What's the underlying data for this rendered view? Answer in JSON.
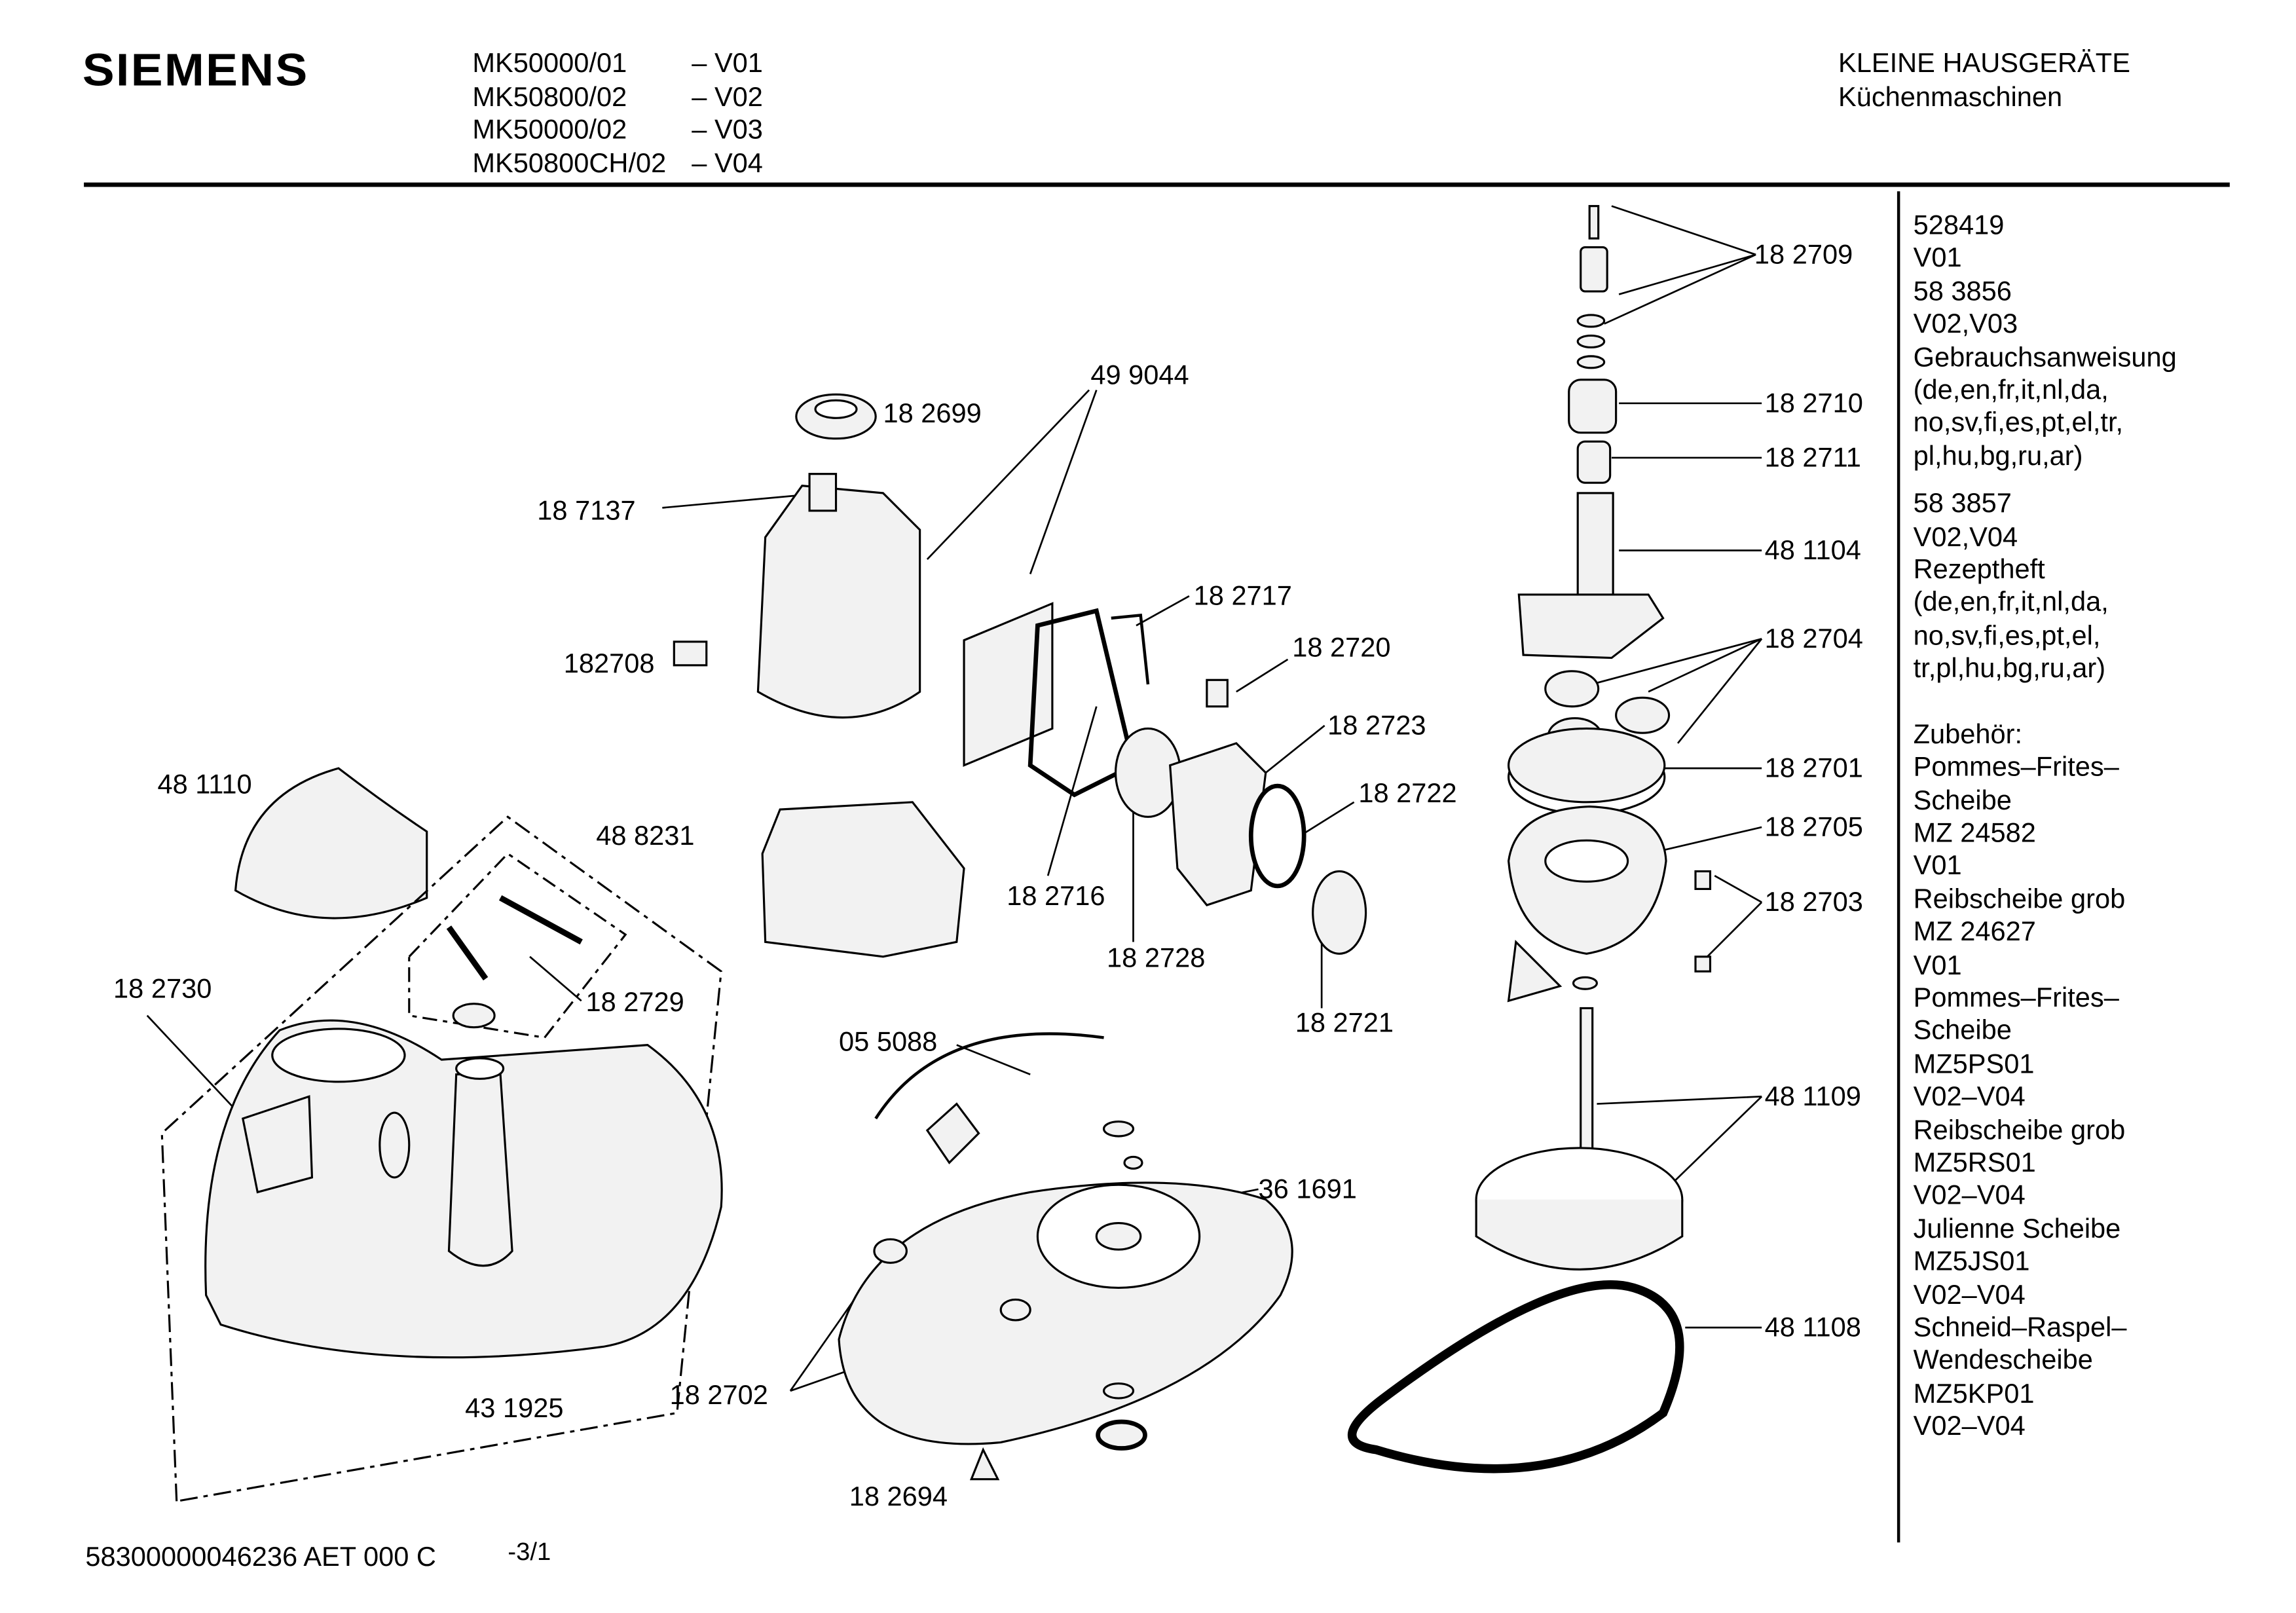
{
  "header": {
    "brand": "SIEMENS",
    "models": [
      {
        "model": "MK50000/01",
        "variant": "– V01"
      },
      {
        "model": "MK50800/02",
        "variant": "– V02"
      },
      {
        "model": "MK50000/02",
        "variant": "– V03"
      },
      {
        "model": "MK50800CH/02",
        "variant": "– V04"
      }
    ],
    "category": "KLEINE HAUSGERÄTE",
    "subcategory": "Küchenmaschinen"
  },
  "parts": {
    "p182699": "18 2699",
    "p499044": "49 9044",
    "p187137": "18 7137",
    "p182708": "182708",
    "p182717": "18 2717",
    "p182720": "18 2720",
    "p182723": "18 2723",
    "p182722": "18 2722",
    "p481110": "48 1110",
    "p488231": "48 8231",
    "p182716": "18 2716",
    "p182728": "18 2728",
    "p182721": "18 2721",
    "p182730": "18 2730",
    "p182729": "18 2729",
    "p055088": "05 5088",
    "p361691": "36 1691",
    "p431925": "43 1925",
    "p182702": "18 2702",
    "p182694": "18 2694",
    "p182709": "18 2709",
    "p182710": "18 2710",
    "p182711": "18 2711",
    "p481104": "48 1104",
    "p182704": "18 2704",
    "p182701": "18 2701",
    "p182705": "18 2705",
    "p182703": "18 2703",
    "p481109": "48 1109",
    "p481108": "48 1108"
  },
  "notes": {
    "g1": [
      "528419",
      "V01",
      "58 3856",
      "V02,V03",
      "Gebrauchsanweisung",
      "(de,en,fr,it,nl,da,",
      "no,sv,fi,es,pt,el,tr,",
      "pl,hu,bg,ru,ar)"
    ],
    "g2": [
      "58 3857",
      "V02,V04",
      "Rezeptheft",
      "(de,en,fr,it,nl,da,",
      "no,sv,fi,es,pt,el,",
      "tr,pl,hu,bg,ru,ar)"
    ],
    "g3": [
      "Zubehör:",
      "Pommes–Frites–",
      "Scheibe",
      "MZ 24582",
      "V01",
      "Reibscheibe grob",
      "MZ 24627",
      "V01",
      "Pommes–Frites–",
      "Scheibe",
      "MZ5PS01",
      "V02–V04",
      "Reibscheibe grob",
      "MZ5RS01",
      "V02–V04",
      "Julienne Scheibe",
      "MZ5JS01",
      "V02–V04",
      "Schneid–Raspel–",
      "Wendescheibe",
      "MZ5KP01",
      "V02–V04"
    ]
  },
  "footer": {
    "doc_number": "58300000046236 AET 000 C",
    "page": "-3/1"
  }
}
